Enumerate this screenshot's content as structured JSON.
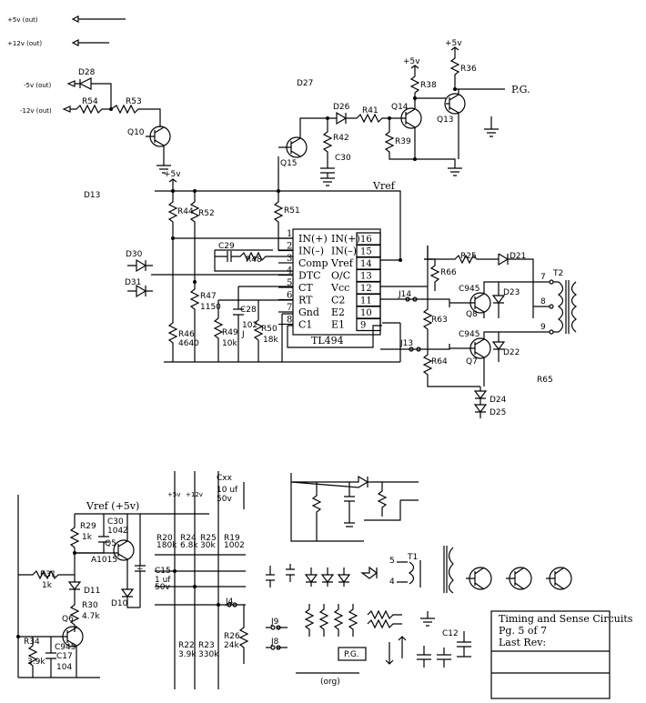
{
  "rails": {
    "v5_out": "+5v (out)",
    "v12_out": "+12v (out)",
    "vm5_out": "-5v (out)",
    "vm12_out": "-12v (out)",
    "plus5a": "+5v",
    "plus5b": "+5v",
    "plus5c": "+5v",
    "plus5d": "+5v",
    "plus12": "+12v",
    "pg": "P.G.",
    "vref": "Vref",
    "vref5": "Vref (+5v)"
  },
  "refs": {
    "D28": "D28",
    "R54": "R54",
    "R53": "R53",
    "Q10": "Q10",
    "D27": "D27",
    "D26": "D26",
    "R41": "R41",
    "Q14": "Q14",
    "R38": "R38",
    "R39": "R39",
    "R36": "R36",
    "Q13": "Q13",
    "R42": "R42",
    "C30": "C30",
    "Q15": "Q15",
    "D13": "D13",
    "R44": "R44",
    "R52": "R52",
    "R51": "R51",
    "C29": "C29",
    "R48": "R48",
    "D30": "D30",
    "D31": "D31",
    "R47": "R47",
    "R47v": "1150",
    "R46": "R46",
    "R46v": "4640",
    "R49": "R49",
    "R49v": "10k",
    "C28": "C28",
    "C28v": "102",
    "C28j": "J",
    "R50": "R50",
    "R50v": "18k",
    "R25": "R25",
    "D21": "D21",
    "R66": "R66",
    "J14": "J14",
    "C945a": "C945",
    "Q8": "Q8",
    "D23": "D23",
    "T2": "T2",
    "R63": "R63",
    "J13": "J13",
    "C945b": "C945",
    "Q7": "Q7",
    "D22": "D22",
    "R64": "R64",
    "D24": "D24",
    "D25": "D25",
    "R65": "R65"
  },
  "pins": {
    "p7": "7",
    "p8": "8",
    "p9": "9"
  },
  "ic": {
    "name": "TL494",
    "left": [
      {
        "num": "1",
        "label": "IN(+)"
      },
      {
        "num": "2",
        "label": "IN(–)"
      },
      {
        "num": "3",
        "label": "Comp"
      },
      {
        "num": "4",
        "label": "DTC"
      },
      {
        "num": "5",
        "label": "CT"
      },
      {
        "num": "6",
        "label": "RT"
      },
      {
        "num": "7",
        "label": "Gnd"
      },
      {
        "num": "8",
        "label": "C1"
      }
    ],
    "right": [
      {
        "num": "16",
        "label": "IN(+)"
      },
      {
        "num": "15",
        "label": "IN(–)"
      },
      {
        "num": "14",
        "label": "Vref"
      },
      {
        "num": "13",
        "label": "O/C"
      },
      {
        "num": "12",
        "label": "Vcc"
      },
      {
        "num": "11",
        "label": "C2"
      },
      {
        "num": "10",
        "label": "E2"
      },
      {
        "num": "9",
        "label": "E1"
      }
    ]
  },
  "lower": {
    "R29": "R29",
    "R29v": "1k",
    "C30": "C30",
    "C30v": "104Z",
    "Q5": "Q5",
    "A1015": "A1015",
    "R31": "R31",
    "R31v": "1k",
    "D11": "D11",
    "C15": "C15",
    "C15v": "1 uf",
    "C15v2": "50v",
    "D10": "D10",
    "R30": "R30",
    "R30v": "4.7k",
    "Q6": "Q6",
    "R34": "R34",
    "R34v": "3.9k",
    "C945": "C945",
    "C17": "C17",
    "C17v": "104",
    "R20": "R20",
    "R20v": "180k",
    "R24": "R24",
    "R24v": "6.8k",
    "R25": "R25",
    "R25v": "30k",
    "R19": "R19",
    "R19v": "1002",
    "Cxx": "Cxx",
    "Cxxv": "10 uf",
    "Cxxv2": "50v",
    "J4": "J4",
    "R22": "R22",
    "R22v": "3.9k",
    "R23": "R23",
    "R23v": "330k",
    "R26": "R26",
    "R26v": "24k",
    "J9": "J9",
    "J8": "J8",
    "T1": "T1",
    "t5": "5",
    "t4": "4",
    "C12": "C12",
    "PG": "P.G.",
    "org": "(org)"
  },
  "title_block": {
    "line1": "Timing and Sense Circuits",
    "line2": "Pg. 5 of 7",
    "line3": "Last Rev:"
  }
}
